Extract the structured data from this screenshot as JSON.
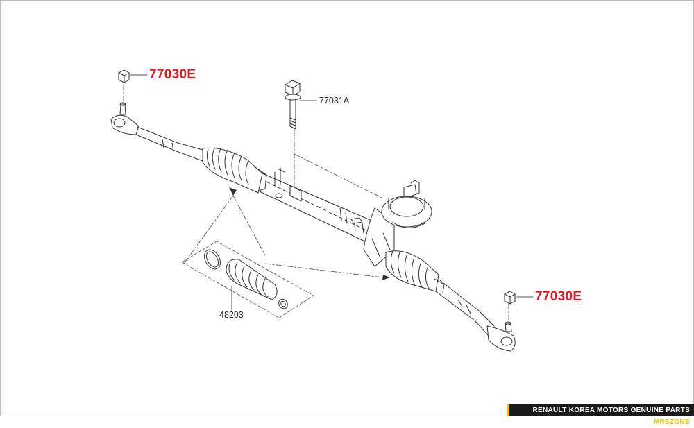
{
  "callouts": {
    "nut_top_left": "77030E",
    "bolt": "77031A",
    "nut_right": "77030E",
    "boot_kit": "48203"
  },
  "footer": {
    "text": "RENAULT KOREA MOTORS GENUINE PARTS",
    "brand": "MRSZONE"
  },
  "colors": {
    "callout_red": "#e8141a",
    "line": "#333333",
    "footer_bg": "#1a1a1a",
    "footer_accent": "#f2c200"
  }
}
